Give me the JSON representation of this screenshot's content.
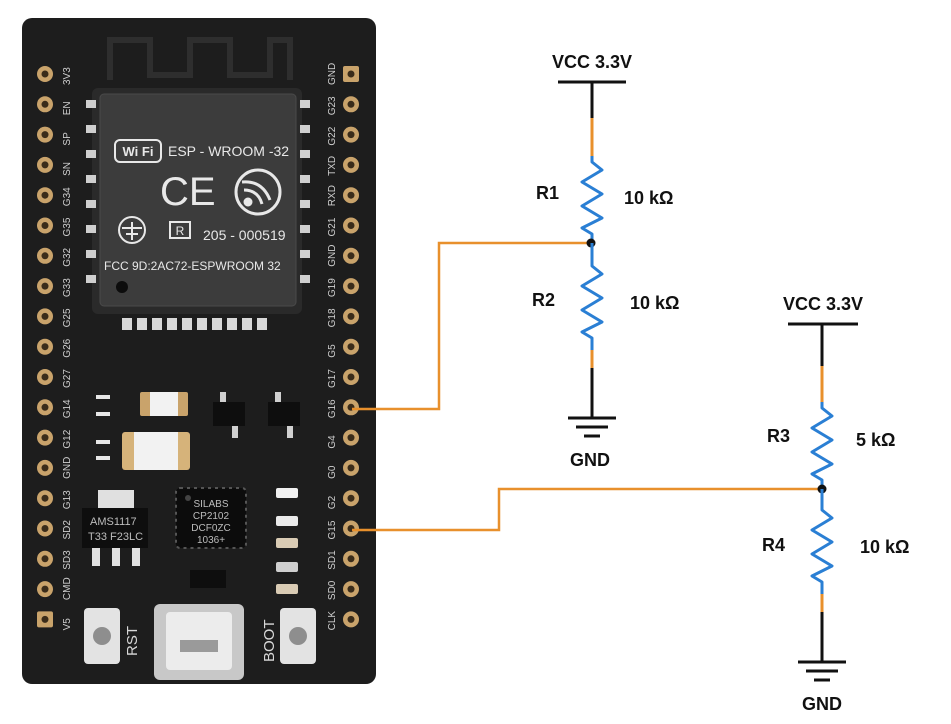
{
  "board": {
    "left_pins": [
      "3V3",
      "EN",
      "SP",
      "SN",
      "G34",
      "G35",
      "G32",
      "G33",
      "G25",
      "G26",
      "G27",
      "G14",
      "G12",
      "GND",
      "G13",
      "SD2",
      "SD3",
      "CMD",
      "V5"
    ],
    "right_pins": [
      "GND",
      "G23",
      "G22",
      "TXD",
      "RXD",
      "G21",
      "GND",
      "G19",
      "G18",
      "G5",
      "G17",
      "G16",
      "G4",
      "G0",
      "G2",
      "G15",
      "SD1",
      "SD0",
      "CLK"
    ],
    "module_title": "ESP - WROOM -32",
    "wifi_text": "Wi Fi",
    "ce_mark": "CE",
    "r_mark": "R",
    "cert_number": "205 - 000519",
    "fcc_id": "FCC 9D:2AC72-ESPWROOM 32",
    "usb_chip_lines": [
      "SILABS",
      "CP2102",
      "DCF0ZC",
      "1036+"
    ],
    "regulator_lines": [
      "AMS1117",
      "T33 F23LC"
    ],
    "rst_label": "RST",
    "boot_label": "BOOT"
  },
  "divider1": {
    "vcc_label": "VCC 3.3V",
    "r_top_name": "R1",
    "r_top_value": "10 kΩ",
    "r_bottom_name": "R2",
    "r_bottom_value": "10 kΩ",
    "gnd_label": "GND",
    "connected_pin": "G16"
  },
  "divider2": {
    "vcc_label": "VCC 3.3V",
    "r_top_name": "R3",
    "r_top_value": "5 kΩ",
    "r_bottom_name": "R4",
    "r_bottom_value": "10 kΩ",
    "gnd_label": "GND",
    "connected_pin": "G15"
  },
  "colors": {
    "board": "#1d1d1d",
    "module": "#3a3a3a",
    "pad": "#c9a36b",
    "wire": "#e8902c",
    "resistor": "#2a7fd4",
    "line": "#111111"
  }
}
